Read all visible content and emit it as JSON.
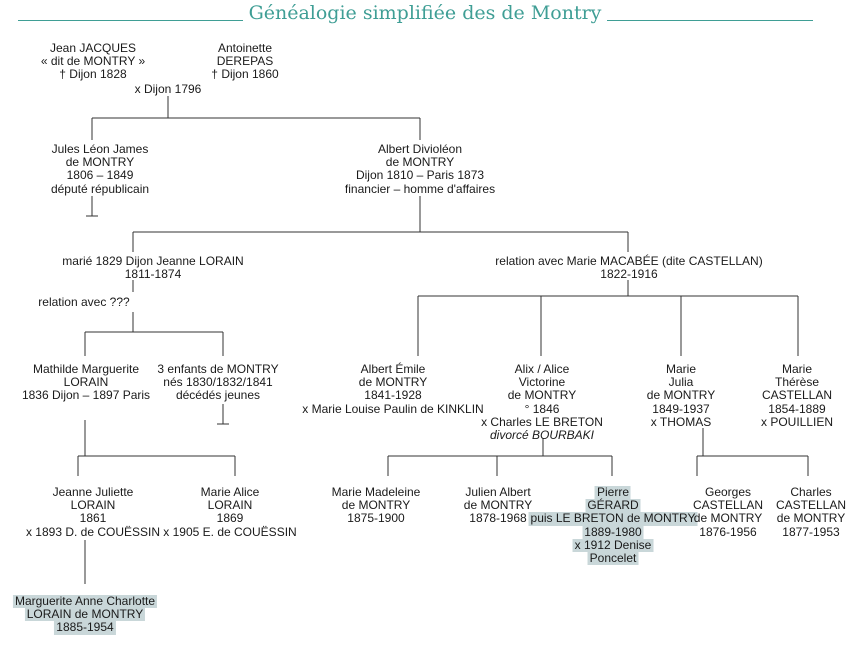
{
  "title": "Généalogie simplifiée des de Montry",
  "nodes": {
    "jean_jacques": [
      "Jean JACQUES",
      "« dit de MONTRY »",
      "† Dijon 1828"
    ],
    "antoinette": [
      "Antoinette",
      "DEREPAS",
      "† Dijon 1860"
    ],
    "marriage_1796": [
      "x Dijon 1796"
    ],
    "jules": [
      "Jules Léon James",
      "de MONTRY",
      "1806 – 1849",
      "député républicain"
    ],
    "albert_divioleon": [
      "Albert Divioléon",
      "de MONTRY",
      "Dijon 1810 – Paris 1873",
      "financier – homme d'affaires"
    ],
    "jeanne_lorain": [
      "marié 1829 Dijon Jeanne LORAIN",
      "1811-1874"
    ],
    "relation_unknown": [
      "relation avec ???"
    ],
    "marie_macabee": [
      "relation avec Marie MACABÉE (dite CASTELLAN)",
      "1822-1916"
    ],
    "mathilde": [
      "Mathilde Marguerite",
      "LORAIN",
      "1836 Dijon – 1897 Paris"
    ],
    "trois_enfants": [
      "3 enfants de MONTRY",
      "nés 1830/1832/1841",
      "décédés jeunes"
    ],
    "albert_emile": [
      "Albert Émile",
      "de MONTRY",
      "1841-1928",
      "x Marie Louise Paulin de KINKLIN"
    ],
    "alix": [
      "Alix / Alice",
      "Victorine",
      "de MONTRY",
      "° 1846",
      "x Charles LE BRETON"
    ],
    "alix_divorce": "divorcé BOURBAKI",
    "marie_julia": [
      "Marie",
      "Julia",
      "de MONTRY",
      "1849-1937",
      "x THOMAS"
    ],
    "marie_therese": [
      "Marie",
      "Thérèse",
      "CASTELLAN",
      "1854-1889",
      "x POUILLIEN"
    ],
    "jeanne_juliette": [
      "Jeanne Juliette",
      "LORAIN",
      "1861",
      "x 1893 D. de COUËSSIN"
    ],
    "marie_alice": [
      "Marie Alice",
      "LORAIN",
      "1869",
      "x 1905 E. de COUËSSIN"
    ],
    "marie_madeleine": [
      "Marie Madeleine",
      "de MONTRY",
      "1875-1900"
    ],
    "julien_albert": [
      "Julien Albert",
      "de MONTRY",
      "1878-1968"
    ],
    "pierre_gerard": [
      "Pierre",
      "GÉRARD",
      "puis LE BRETON de MONTRY",
      "1889-1980",
      "x 1912 Denise",
      "Poncelet"
    ],
    "georges": [
      "Georges",
      "CASTELLAN",
      "de MONTRY",
      "1876-1956"
    ],
    "charles": [
      "Charles",
      "CASTELLAN",
      "de MONTRY",
      "1877-1953"
    ],
    "marguerite_anne": [
      "Marguerite Anne Charlotte",
      "LORAIN de MONTRY",
      "1885-1954"
    ]
  },
  "colors": {
    "accent": "#3f9e95",
    "line": "#333333",
    "highlight": "#c9d7d9"
  }
}
